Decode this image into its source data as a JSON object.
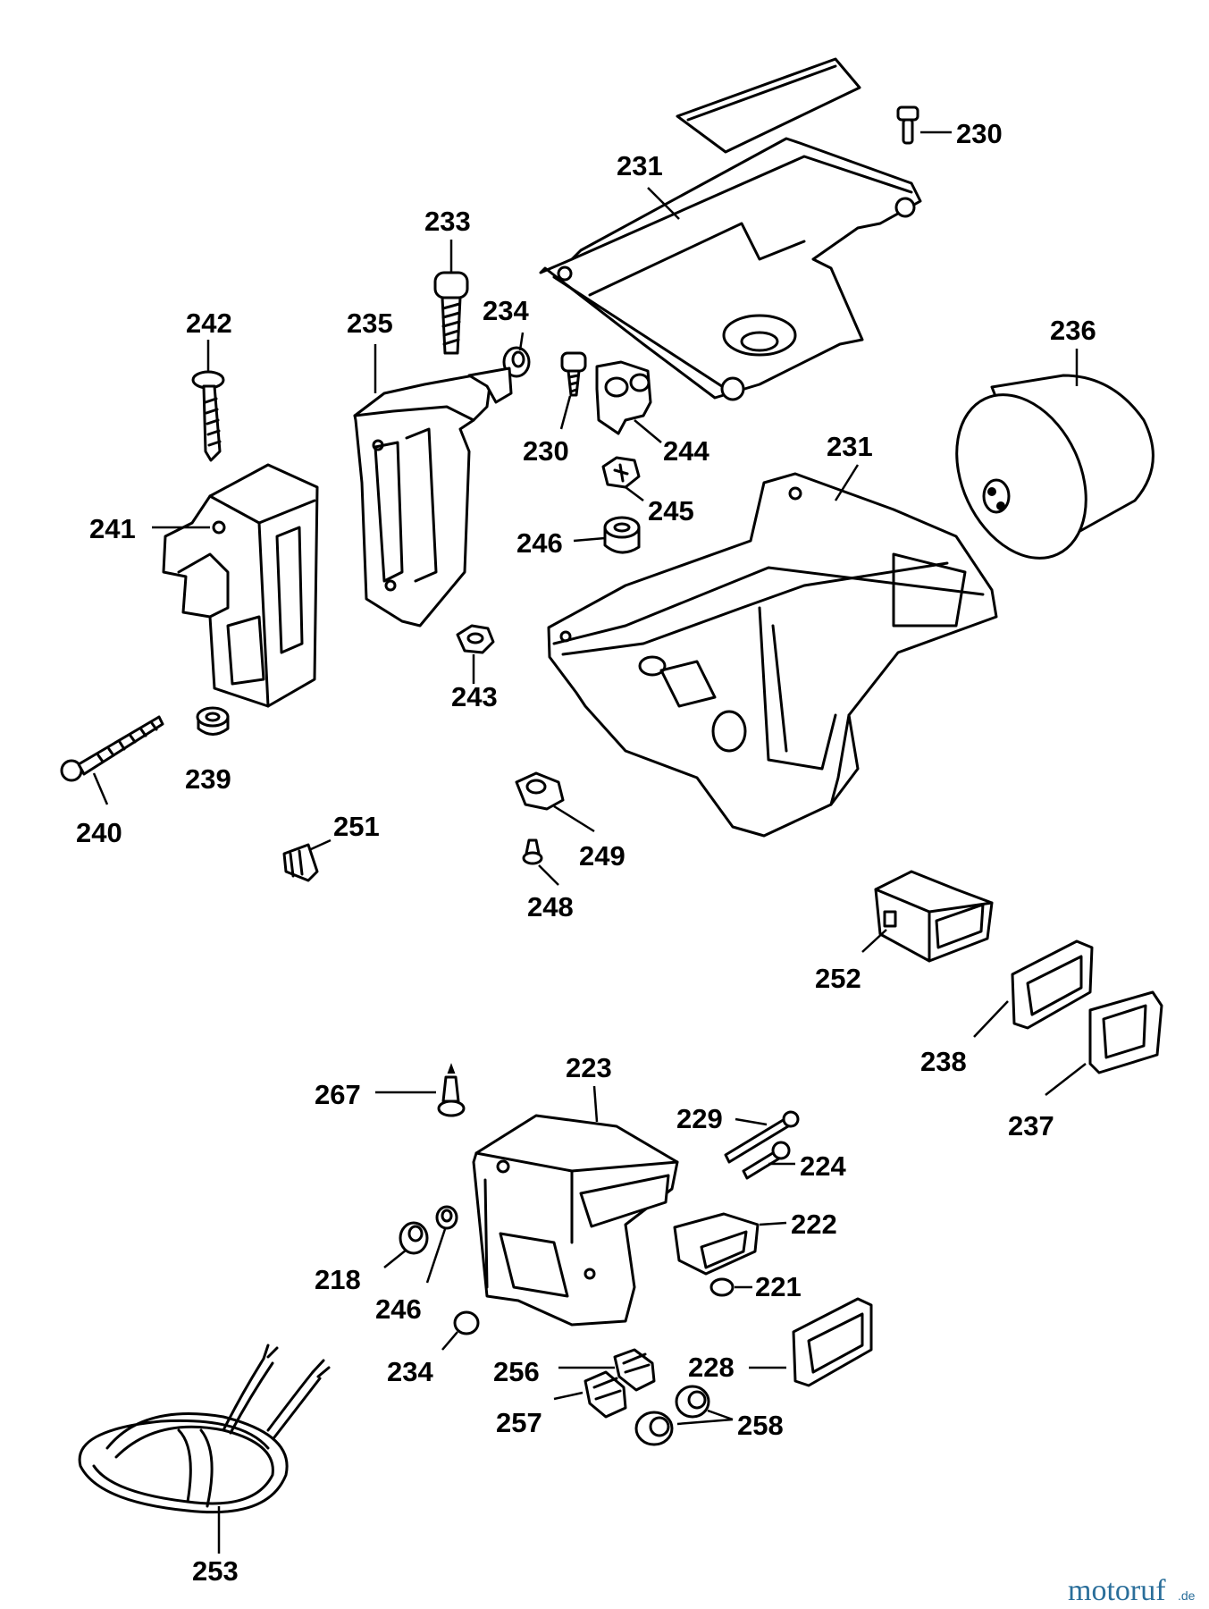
{
  "diagram": {
    "parts": [
      {
        "id": "231-top",
        "label": "231"
      },
      {
        "id": "230-top",
        "label": "230"
      },
      {
        "id": "233",
        "label": "233"
      },
      {
        "id": "234-top",
        "label": "234"
      },
      {
        "id": "242",
        "label": "242"
      },
      {
        "id": "235",
        "label": "235"
      },
      {
        "id": "236",
        "label": "236"
      },
      {
        "id": "230-mid",
        "label": "230"
      },
      {
        "id": "244",
        "label": "244"
      },
      {
        "id": "231-base",
        "label": "231"
      },
      {
        "id": "245",
        "label": "245"
      },
      {
        "id": "241",
        "label": "241"
      },
      {
        "id": "246-top",
        "label": "246"
      },
      {
        "id": "243",
        "label": "243"
      },
      {
        "id": "239",
        "label": "239"
      },
      {
        "id": "240",
        "label": "240"
      },
      {
        "id": "251",
        "label": "251"
      },
      {
        "id": "249",
        "label": "249"
      },
      {
        "id": "248",
        "label": "248"
      },
      {
        "id": "252",
        "label": "252"
      },
      {
        "id": "238",
        "label": "238"
      },
      {
        "id": "237",
        "label": "237"
      },
      {
        "id": "223",
        "label": "223"
      },
      {
        "id": "267",
        "label": "267"
      },
      {
        "id": "229",
        "label": "229"
      },
      {
        "id": "224",
        "label": "224"
      },
      {
        "id": "222",
        "label": "222"
      },
      {
        "id": "218",
        "label": "218"
      },
      {
        "id": "246-bottom",
        "label": "246"
      },
      {
        "id": "221",
        "label": "221"
      },
      {
        "id": "234-bottom",
        "label": "234"
      },
      {
        "id": "256",
        "label": "256"
      },
      {
        "id": "228",
        "label": "228"
      },
      {
        "id": "257",
        "label": "257"
      },
      {
        "id": "258",
        "label": "258"
      },
      {
        "id": "253",
        "label": "253"
      }
    ]
  },
  "watermark": {
    "brand": "motoruf",
    "suffix": ".de"
  }
}
